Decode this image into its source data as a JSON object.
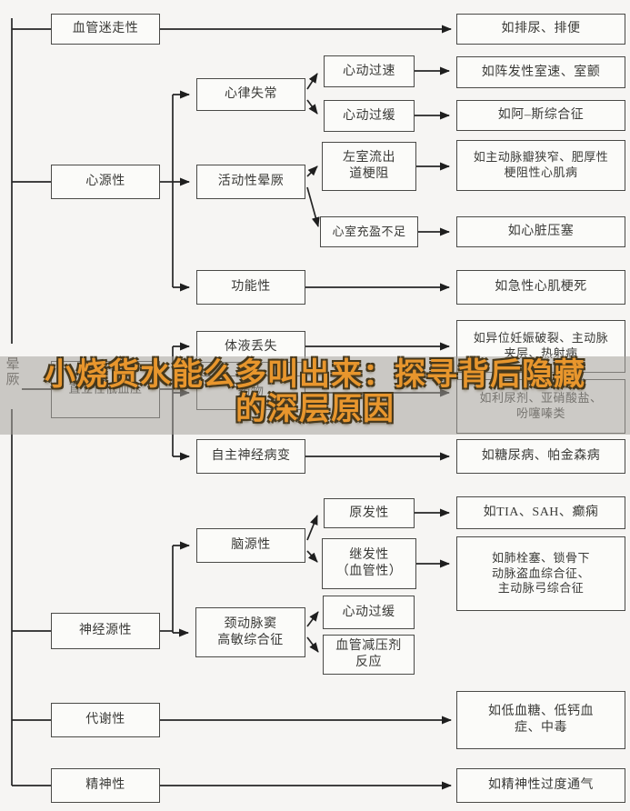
{
  "colors": {
    "background": "#f6f5f3",
    "box_border": "#4a4a47",
    "line": "#222222",
    "watermark_text": "#e8962d",
    "watermark_band": "#a6a29c"
  },
  "watermark": {
    "line1": "小烧货水能么多叫出来：探寻背后隐藏",
    "line2": "的深层原因"
  },
  "root": {
    "label": "晕\n厥"
  },
  "nodes": {
    "vagal": {
      "label": "血管迷走性"
    },
    "vagal_ex": {
      "label": "如排尿、排便"
    },
    "cardiac": {
      "label": "心源性"
    },
    "arrhythmia": {
      "label": "心律失常"
    },
    "tachy": {
      "label": "心动过速"
    },
    "tachy_ex": {
      "label": "如阵发性室速、室颤"
    },
    "brady": {
      "label": "心动过缓"
    },
    "brady_ex": {
      "label": "如阿–斯综合征"
    },
    "active": {
      "label": "活动性晕厥"
    },
    "lvot": {
      "label": "左室流出\n道梗阻"
    },
    "lvot_ex": {
      "label": "如主动脉瓣狭窄、肥厚性\n梗阻性心肌病"
    },
    "filling": {
      "label": "心室充盈不足"
    },
    "filling_ex": {
      "label": "如心脏压塞"
    },
    "functional": {
      "label": "功能性"
    },
    "functional_ex": {
      "label": "如急性心肌梗死"
    },
    "orthostatic": {
      "label": "直立性低血压"
    },
    "fluid": {
      "label": "体液丢失"
    },
    "fluid_ex": {
      "label": "如异位妊娠破裂、主动脉\n夹层、热射病"
    },
    "drugs": {
      "label": "药物"
    },
    "drugs_ex": {
      "label": "如利尿剂、亚硝酸盐、\n吩噻嗪类"
    },
    "autonomic": {
      "label": "自主神经病变"
    },
    "autonomic_ex": {
      "label": "如糖尿病、帕金森病"
    },
    "neurogenic": {
      "label": "神经源性"
    },
    "cerebral": {
      "label": "脑源性"
    },
    "primary": {
      "label": "原发性"
    },
    "primary_ex": {
      "label": "如TIA、SAH、癫痫"
    },
    "secondary": {
      "label": "继发性\n（血管性）"
    },
    "secondary_ex": {
      "label": "如肺栓塞、锁骨下\n动脉盗血综合征、\n主动脉弓综合征"
    },
    "carotid": {
      "label": "颈动脉窦\n高敏综合征"
    },
    "brady2": {
      "label": "心动过缓"
    },
    "vasodepressor": {
      "label": "血管减压剂\n反应"
    },
    "metabolic": {
      "label": "代谢性"
    },
    "metabolic_ex": {
      "label": "如低血糖、低钙血\n症、中毒"
    },
    "psychiatric": {
      "label": "精神性"
    },
    "psychiatric_ex": {
      "label": "如精神性过度通气"
    }
  }
}
